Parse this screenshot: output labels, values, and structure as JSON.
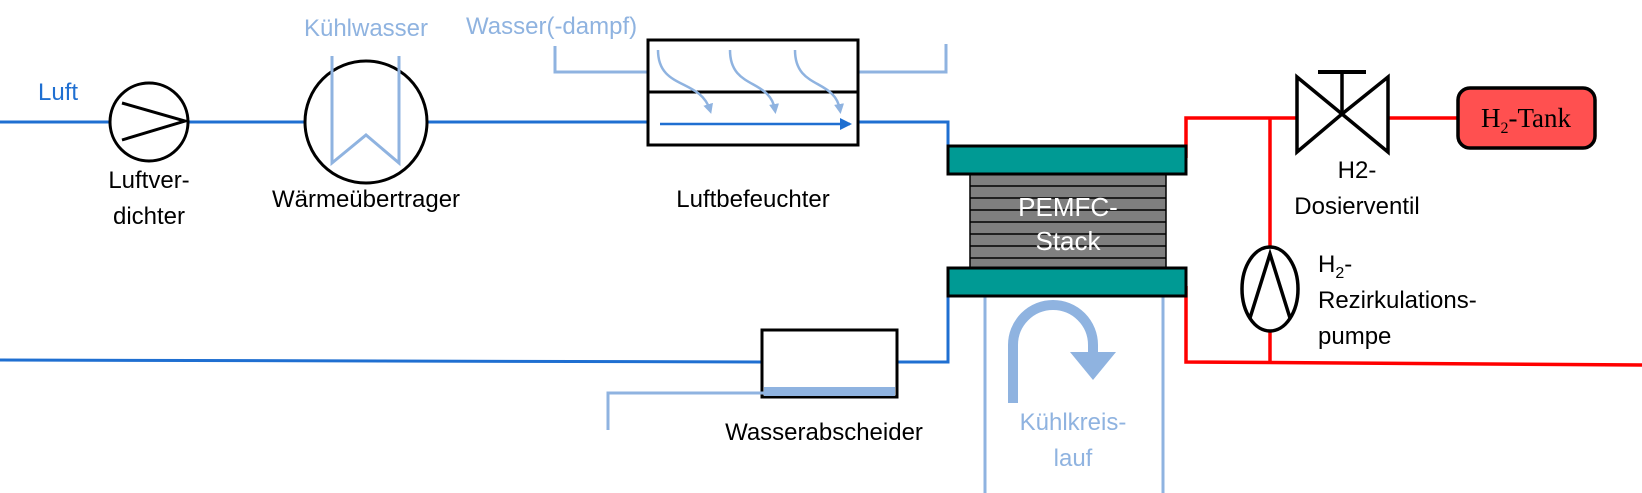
{
  "labels": {
    "luft": "Luft",
    "luftverdichter_1": "Luftver-",
    "luftverdichter_2": "dichter",
    "kuehlwasser": "Kühlwasser",
    "waermeuebertrager": "Wärmeübertrager",
    "wasserdampf": "Wasser(-dampf)",
    "luftbefeuchter": "Luftbefeuchter",
    "stack_1": "PEMFC-",
    "stack_2": "Stack",
    "wasserabscheider": "Wasserabscheider",
    "kuehlkreislauf_1": "Kühlkreis-",
    "kuehlkreislauf_2": "lauf",
    "dosierventil_1": "H2-",
    "dosierventil_2": "Dosierventil",
    "pumpe_1_main": "H",
    "pumpe_1_sub": "2",
    "pumpe_1_tail": "-",
    "pumpe_2": "Rezirkulations-",
    "pumpe_3": "pumpe",
    "tank_main": "H",
    "tank_sub": "2",
    "tank_tail": "-Tank"
  },
  "colors": {
    "air_line": "#1f6fd1",
    "water_line": "#8fb3e0",
    "hydrogen_line": "#ff0000",
    "stack_plate": "#009a94",
    "stack_body": "#7f7f7f",
    "tank_fill": "#ff5050"
  }
}
